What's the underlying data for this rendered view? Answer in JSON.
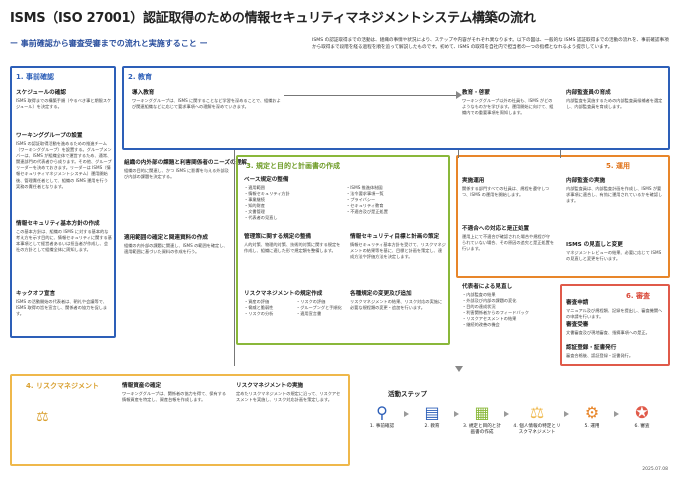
{
  "header": {
    "title": "ISMS（ISO 27001）認証取得のための情報セキュリティマネジメントシステム構築の流れ",
    "subtitle": "ー 事前確認から審査受審までの流れと実施すること ー",
    "intro": "ISMS の認証取得までの活動は、組織の事情や状況により、ステップや内容がそれぞれ異なります。以下の図は、一般的な ISMS 認証取得までの活動の流れを、事前確認事項から取得まで段階を経る過程を順を追って解説したものです。初めて、ISMS の取得を自社内で担当者の一つの指標となれるよう提示しています。"
  },
  "phases": {
    "p1": "1. 事前確認",
    "p2": "2. 教育",
    "p3": "3. 規定と目的と計画書の作成",
    "p4": "4. リスクマネジメント",
    "p5": "5. 運用",
    "p6": "6. 審査"
  },
  "sections": {
    "schedule": {
      "title": "スケジュールの確認",
      "text": "ISMS 取得までの構築手順（やるべき事と期限スケジュール）を決定する。"
    },
    "wg": {
      "title": "ワーキンググループの設置",
      "text": "ISMS の認証取得活動を進めるための推進チーム（ワーキンググループ）を設置する。グループメンバーは、ISMS が組織全体で運営するため、通常、関連部門の代表者から成ります。その他、グループリーダーを決めておきます。リーダーは ISMS（情報セキュリティマネジメントシステム）運用開始後、管理責任者として、組織の ISMS 運用を行う実務の責任者となります。"
    },
    "scope": {
      "title": "情報セキュリティ基本方針の作成",
      "text": "この基本方針は、組織の ISMS に対する基本的な考え方を示す目的に、情報セキュリティに関する基本事項として経営者あるいは担当者が作成し、会社の方針として組織全体に周知します。"
    },
    "kickoff": {
      "title": "キックオフ宣言",
      "text": "ISMS の活動開始の代表者は、朝礼や会議等で、ISMS 取得の旨を宣言し、関係者の協力を促します。"
    },
    "intro_edu": {
      "title": "導入教育",
      "text": "ワーキンググループは、ISMS に関することなど学習を深めることで、組織および関連組織などに応じて要求事項への理解を深めていきます。"
    },
    "edu": {
      "title": "教育・啓蒙",
      "text": "ワーキンググループ以外の社員も、ISMS がどのようなものかを学びます。運用開始に向けて、組織内での重要事項を周知します。"
    },
    "internal_auditor": {
      "title": "内部監査員の育成",
      "text": "内部監査を実施するための内部監査員候補者を選定し、内部監査員を育成します。"
    },
    "issues": {
      "title": "組織の内外部の課題と利害関係者のニーズの理解",
      "text": "組織の目的に関連し、かつ ISMS に影響を与える外部及び内部の課題を決定する。"
    },
    "scope_def": {
      "title": "適用範囲の確定と関連資料の作成",
      "text": "組織の内外部の課題に関連し、ISMS の範囲を確定し、適用範囲に基づいた資料の作成を行う。"
    },
    "base_rules": {
      "title": "ベース規定の整備",
      "items": [
        "・適用範囲",
        "・情報セキュリティ方針",
        "・事業継続",
        "・知的財産",
        "・文書管理",
        "・代表者の見直し",
        "・ISMS 推進体制図",
        "・法令要求事項一覧",
        "・プライバシー",
        "・セキュリティ教育",
        "・不適合及び是正処置"
      ]
    },
    "manage_rules": {
      "title": "管理策に関する規定の整備",
      "text": "人的対策、物理的対策、技術的対策に関する規定を作成し、組織に適した形で規定類を整備します。"
    },
    "objectives": {
      "title": "情報セキュリティ目標と計画の策定",
      "text": "情報セキュリティ基本方針を受けて、リスクマネジメントの結果等を基に、目標と計画を策定し、達成方法や評価方法を決定します。"
    },
    "risk_process": {
      "title": "リスクマネジメントの規定作成",
      "items": [
        "・資産の評価",
        "・脅威と脆弱性",
        "・リスクの分析",
        "・リスクの評価",
        "・グループングと手順化",
        "・適用宣言書"
      ]
    },
    "changes": {
      "title": "各種規定の変更及び追加",
      "text": "リスクマネジメントの結果、リスク対応の実施に必要な規程類の変更・追加を行います。"
    },
    "asset": {
      "title": "情報資産の確定",
      "text": "ワーキンググループは、関係者の協力を得て、保有する情報資産を特定し、資産台帳を作成します。"
    },
    "risk_impl": {
      "title": "リスクマネジメントの実施",
      "text": "定めたリスクマネジメントの規定に沿って、リスクアセスメントを実施し、リスク対応計画を策定します。"
    },
    "implement": {
      "title": "実施運用",
      "text": "関係する部門すべての社員は、規程を遵守しつつ、ISMS の運用を開始します。"
    },
    "internal_audit": {
      "title": "内部監査の実施",
      "text": "内部監査員は、内部監査計画を作成し、ISMS が要求事項に適合し、有効に運用されているかを確認します。"
    },
    "nonconf": {
      "title": "不適合への対応と是正処置",
      "text": "運用上にて不適合が確認された場合や規程が守られていない場合、その原因の追究と是正処置を行います。"
    },
    "review": {
      "title": "代表者による見直し",
      "items": [
        "・内部監査の結果",
        "・外部及び内部の課題の変化",
        "・目的の達成状況",
        "・利害関係者からのフィードバック",
        "・リスクアセスメントの結果",
        "・継続的改善の機会"
      ]
    },
    "review2": {
      "title": "ISMS の見直しと変更",
      "text": "マネジメントレビューの結果、必要に応じて ISMS の見直しと変更を行います。"
    },
    "apply": {
      "title": "審査申請",
      "text": "マニュアル及び規程類、記録を提出し、審査機関への申請を行います。"
    },
    "audit": {
      "title": "審査受審",
      "text": "文書審査及び現地審査、指摘事項への是正。"
    },
    "cert": {
      "title": "認証登録・証書発行",
      "text": "審査合格後、認証登録・証書発行。"
    }
  },
  "legend": {
    "title": "活動ステップ",
    "steps": [
      "1. 事前確認",
      "2. 教育",
      "3. 規定と目的と計画書の作成",
      "4. 個人情報の特定とリスクマネジメント",
      "5. 運用",
      "6. 審査"
    ]
  },
  "date": "2025.07.08",
  "colors": {
    "blue": "#2d5fb8",
    "green": "#8ab83a",
    "orange": "#e8862a",
    "yellow": "#efb84b",
    "red": "#e05a4a"
  }
}
